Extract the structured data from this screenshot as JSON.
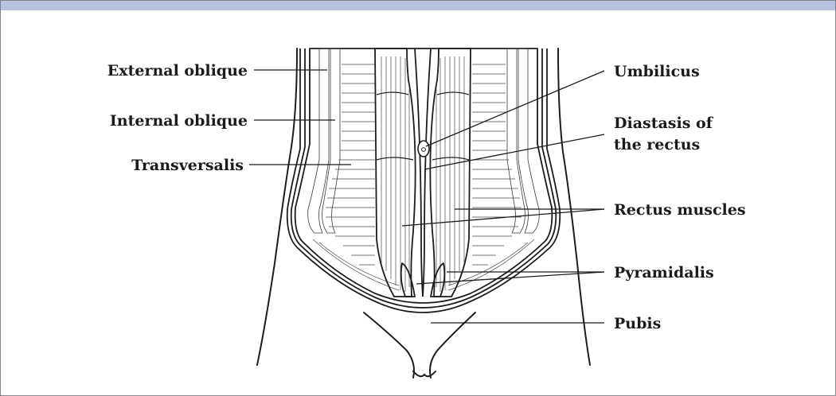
{
  "colors": {
    "header_band": "#b8c3e2",
    "muscle_fill": "#ffffff",
    "band_fill": "#d4d4d4",
    "line": "#1b1b1b",
    "frame": "#7d7f84"
  },
  "labels": {
    "external_oblique": "External oblique",
    "internal_oblique": "Internal oblique",
    "transversalis": "Transversalis",
    "umbilicus": "Umbilicus",
    "diastasis_line1": "Diastasis of",
    "diastasis_line2": "the rectus",
    "rectus_muscles": "Rectus muscles",
    "pyramidalis": "Pyramidalis",
    "pubis": "Pubis"
  }
}
